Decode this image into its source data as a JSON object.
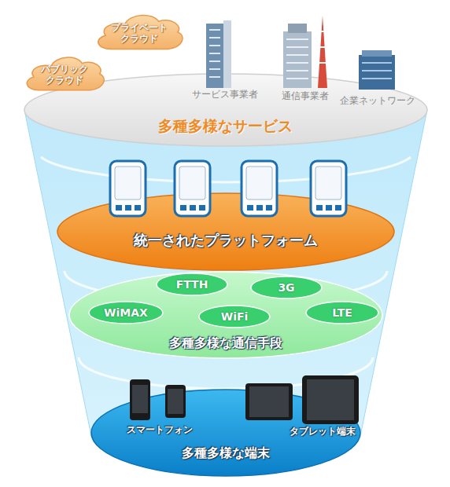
{
  "diagram": {
    "nodes": [
      {
        "text": [
          "多種多様なサービス"
        ]
      },
      {
        "text": [
          "プライベート クラウド"
        ],
        "in": 0
      },
      {
        "text": [
          "パブリック クラウド"
        ],
        "in": 0
      },
      {
        "text": [
          "統一されたプラットフォーム"
        ]
      },
      {
        "text": [
          "多種多様な通信手段"
        ]
      },
      {
        "text": [
          "FTTH"
        ],
        "in": 4
      },
      {
        "text": [
          "3G"
        ],
        "in": 4
      },
      {
        "text": [
          "WiMAX"
        ],
        "in": 4
      },
      {
        "text": [
          "WiFi"
        ],
        "in": 4
      },
      {
        "text": [
          "LTE"
        ],
        "in": 4
      },
      {
        "text": [
          "多種多様な端末"
        ]
      }
    ],
    "labels": [
      "サービス事業者",
      "通信事業者",
      "企業ネットワーク",
      "スマートフォン",
      "タブレット端末"
    ]
  }
}
